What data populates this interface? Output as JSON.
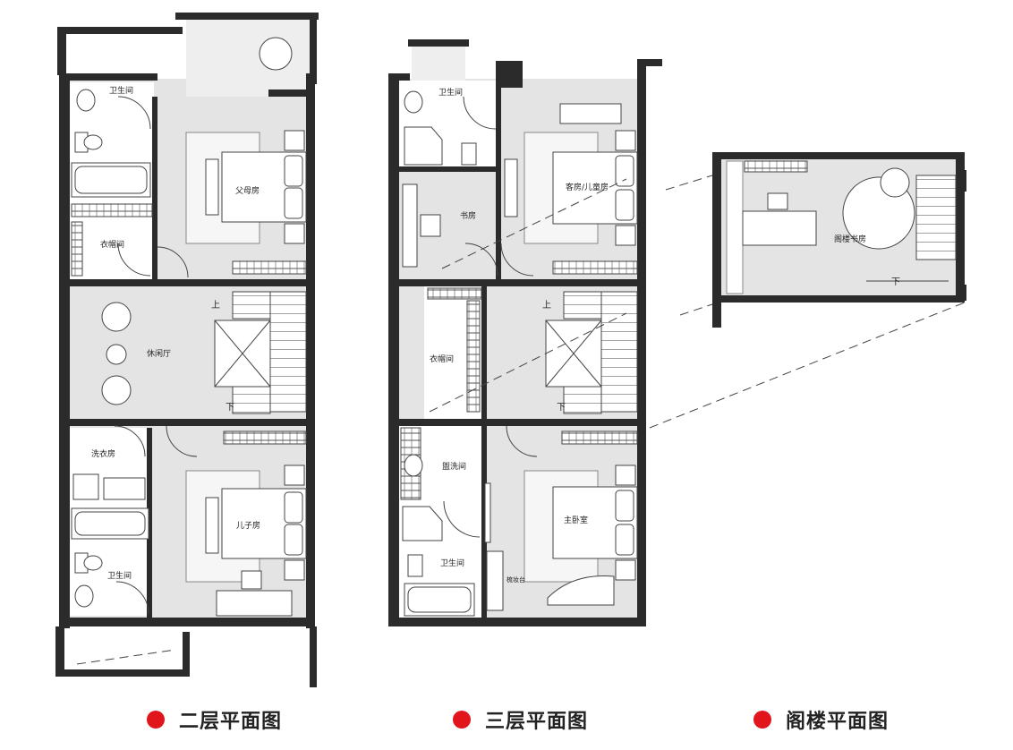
{
  "colors": {
    "wall": "#2b2b2b",
    "floor": "#e4e4e4",
    "line": "#444444",
    "accent": "#e0161c"
  },
  "plans": {
    "second_floor": {
      "caption": "二层平面图",
      "rooms": {
        "bathroom_top": "卫生间",
        "parents_room": "父母房",
        "closet": "衣帽间",
        "lounge": "休闲厅",
        "laundry": "洗衣房",
        "sons_room": "儿子房",
        "bathroom_bottom": "卫生间"
      },
      "stairs": {
        "up": "上",
        "down": "下"
      }
    },
    "third_floor": {
      "caption": "三层平面图",
      "rooms": {
        "bathroom_top": "卫生间",
        "study": "书房",
        "guest_room": "客房/儿童房",
        "closet": "衣帽间",
        "wash_room": "盥洗间",
        "master_bedroom": "主卧室",
        "bathroom_bottom": "卫生间",
        "vanity": "梳妆台"
      },
      "stairs": {
        "up": "上",
        "down": "下"
      }
    },
    "attic": {
      "caption": "阁楼平面图",
      "rooms": {
        "attic_study": "阁楼书房"
      },
      "stairs": {
        "down": "下"
      }
    }
  }
}
